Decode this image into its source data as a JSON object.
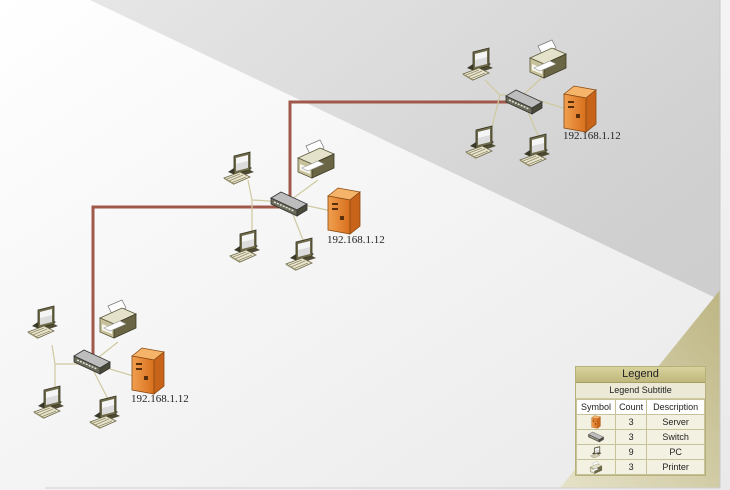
{
  "diagram": {
    "server_ip_labels": [
      "192.168.1.12",
      "192.168.1.12",
      "192.168.1.12"
    ]
  },
  "legend": {
    "title": "Legend",
    "subtitle": "Legend Subtitle",
    "headers": {
      "symbol": "Symbol",
      "count": "Count",
      "description": "Description"
    },
    "rows": [
      {
        "icon": "server-icon",
        "count": "3",
        "description": "Server"
      },
      {
        "icon": "switch-icon",
        "count": "3",
        "description": "Switch"
      },
      {
        "icon": "pc-icon",
        "count": "9",
        "description": "PC"
      },
      {
        "icon": "printer-icon",
        "count": "3",
        "description": "Printer"
      }
    ]
  },
  "colors": {
    "backbone": "#a0584a",
    "branch": "#cfc9a0",
    "server": "#e07f28",
    "legend_accent": "#bfb77c"
  }
}
